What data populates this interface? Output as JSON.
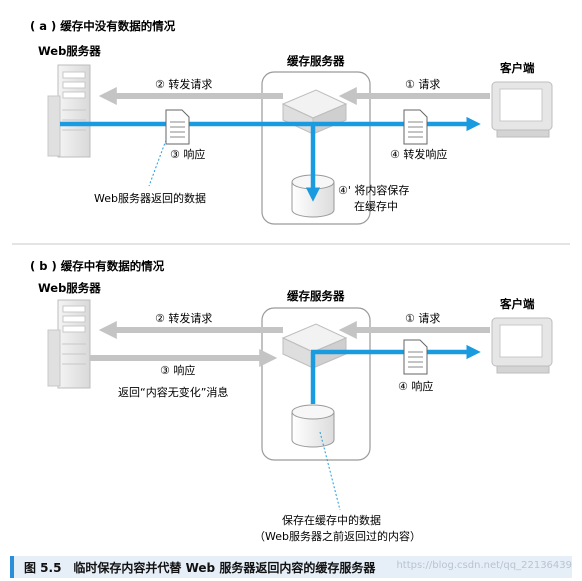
{
  "panel_a": {
    "title": "( a ) 缓存中没有数据的情况",
    "web_server": "Web服务器",
    "cache_server": "缓存服务器",
    "client": "客户端",
    "step1": "① 请求",
    "step2": "② 转发请求",
    "step3": "③ 响应",
    "step4": "④ 转发响应",
    "step4b_line1": "④' 将内容保存",
    "step4b_line2": "在缓存中",
    "note": "Web服务器返回的数据"
  },
  "panel_b": {
    "title": "( b ) 缓存中有数据的情况",
    "web_server": "Web服务器",
    "cache_server": "缓存服务器",
    "client": "客户端",
    "step1": "① 请求",
    "step2": "② 转发请求",
    "step3": "③ 响应",
    "step4": "④ 响应",
    "note": "返回“内容无变化”消息",
    "stored_line1": "保存在缓存中的数据",
    "stored_line2": "（Web服务器之前返回过的内容）"
  },
  "caption": "图 5.5　临时保存内容并代替 Web 服务器返回内容的缓存服务器",
  "watermark": "https://blog.csdn.net/qq_22136439",
  "colors": {
    "accent": "#1a9be0",
    "gray_arrow": "#c4c4c4",
    "box_border": "#9a9a9a"
  }
}
